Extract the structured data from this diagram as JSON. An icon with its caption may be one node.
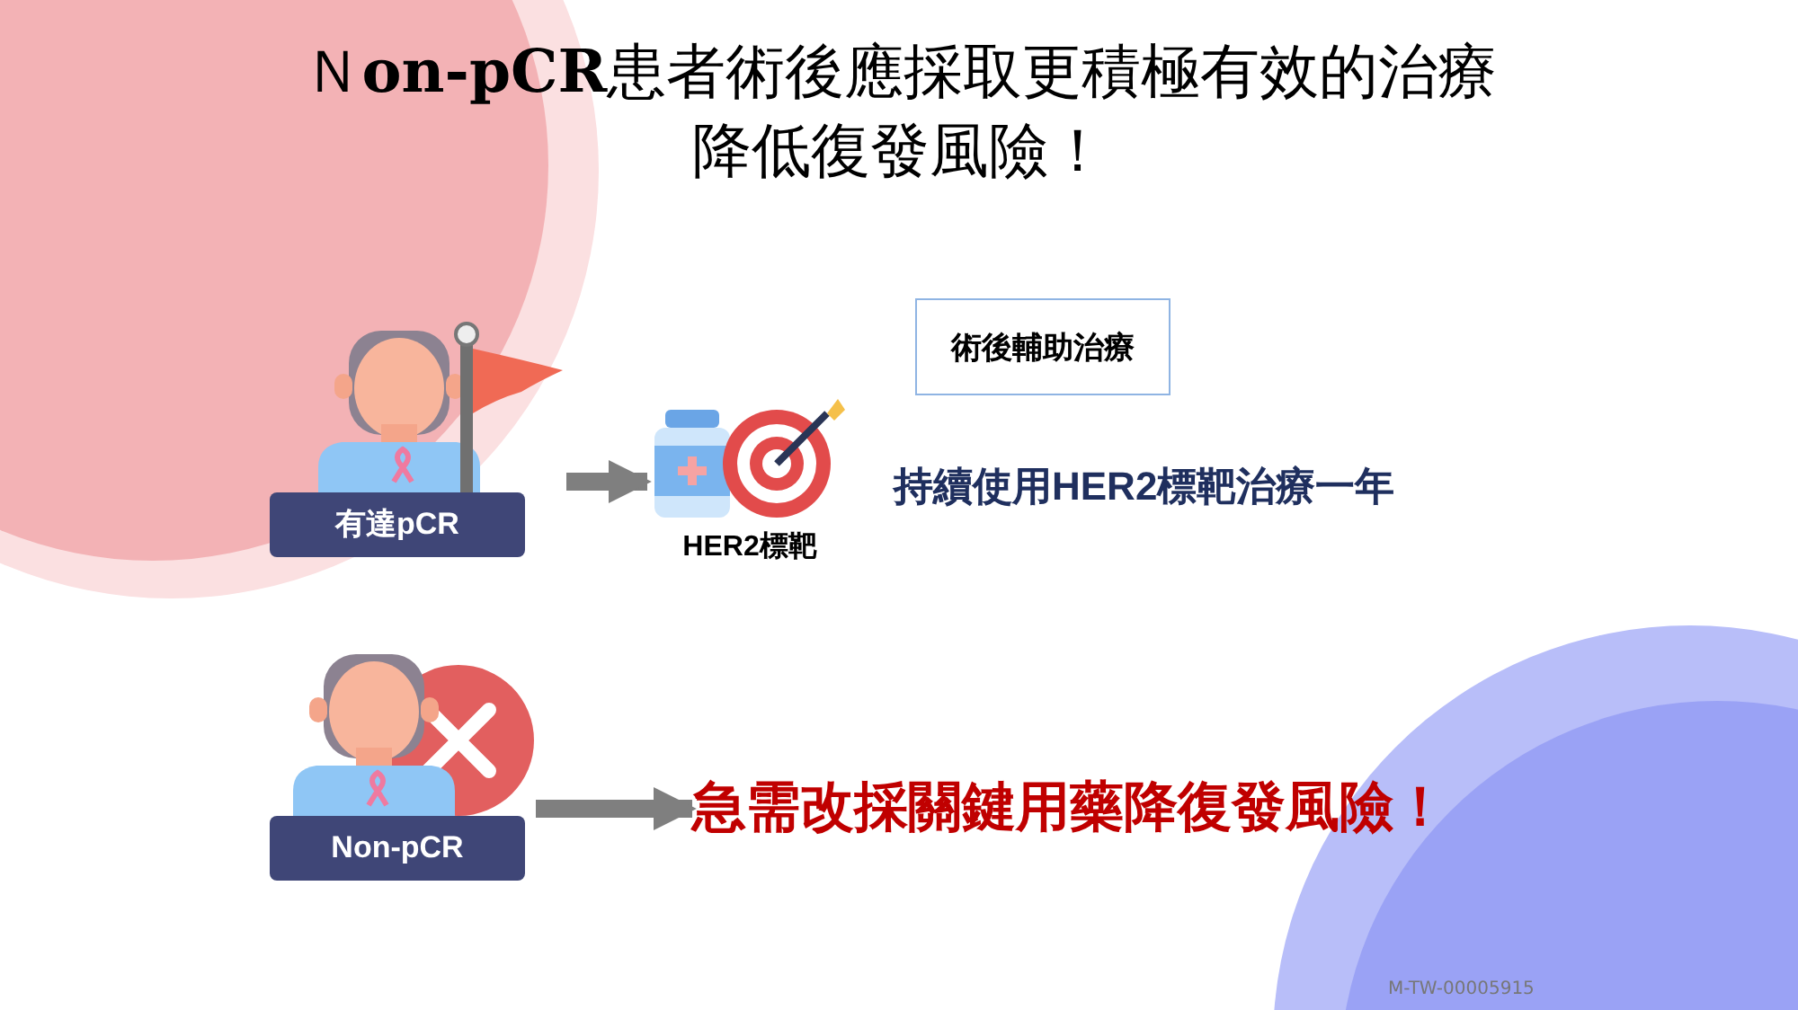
{
  "diagram": {
    "title": "Ｎ**on-pCR**患者術後應採取更積極有效的治療降低復發風險！",
    "nodes": [
      {
        "text": [
          "有達pCR"
        ]
      },
      {
        "text": [
          "術後輔助治療"
        ]
      },
      {
        "text": [
          "HER2標靶"
        ]
      },
      {
        "text": [
          "Non-pCR"
        ]
      },
      {
        "text": [
          "急需改採關鍵用藥降復發風險！"
        ]
      }
    ],
    "edges": [
      {
        "from": 0,
        "to": 2,
        "arrow": "to"
      },
      {
        "from": 3,
        "to": 4,
        "arrow": "to"
      }
    ],
    "labels": [
      "持續使用HER2標靶治療一年",
      "M-TW-00005915"
    ]
  }
}
